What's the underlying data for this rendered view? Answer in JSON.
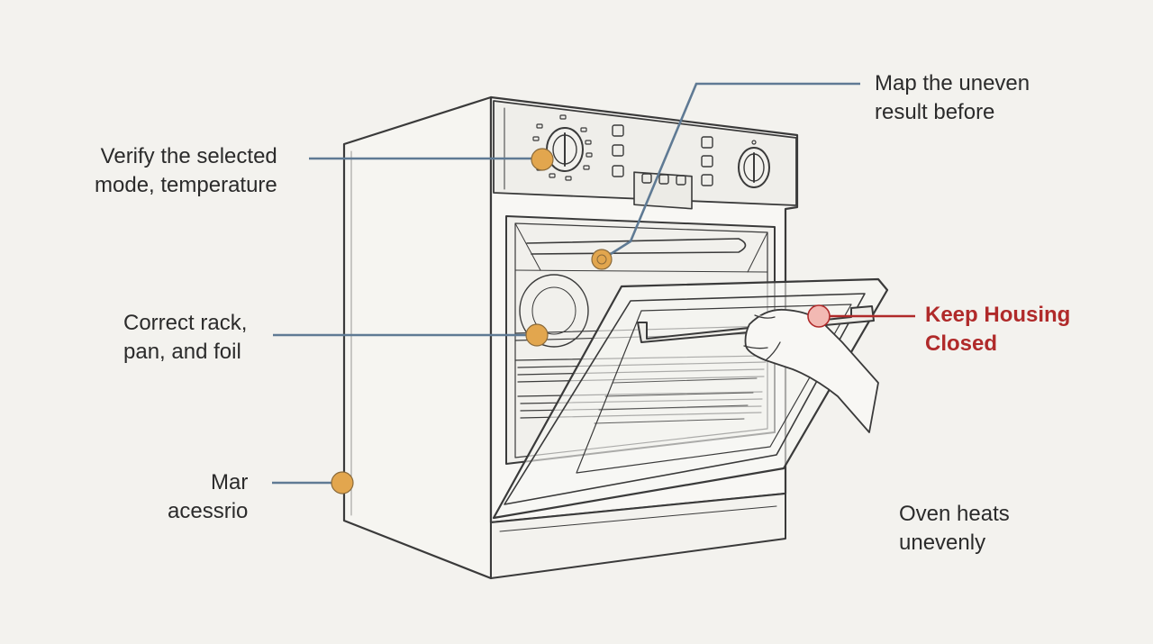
{
  "callouts": {
    "verify": {
      "line1": "Verify the selected",
      "line2": "mode, temperature",
      "dot_color": "#e2a64e"
    },
    "map": {
      "line1": "Map the uneven",
      "line2": "result before",
      "dot_color": "#e2a64e"
    },
    "rack": {
      "line1": "Correct rack,",
      "line2": "pan, and foil",
      "dot_color": "#e2a64e"
    },
    "mar": {
      "line1": "Mar",
      "line2": "acessrio",
      "dot_color": "#e2a64e"
    },
    "keep": {
      "line1": "Keep Housing",
      "line2": "Closed",
      "dot_color": "#f2b9b3",
      "text_color": "#b02a2a"
    }
  },
  "caption": {
    "line1": "Oven heats",
    "line2": "unevenly"
  },
  "colors": {
    "leader": "#5f7a94",
    "warning": "#b02a2a",
    "sketch": "#3a3a3a"
  },
  "illustration": {
    "subject": "wall-oven-with-open-door-icon",
    "hand": "hand-icon"
  }
}
